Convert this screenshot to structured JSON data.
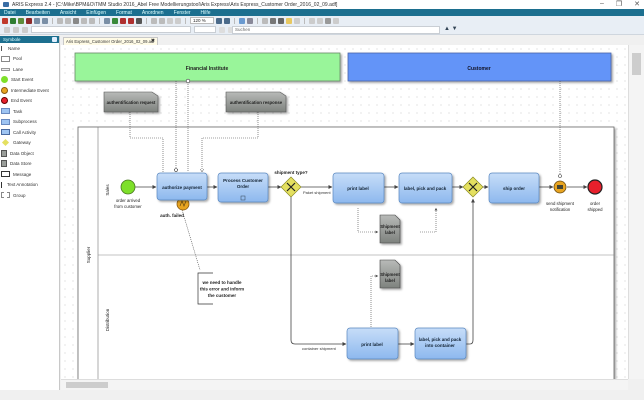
{
  "window": {
    "title": "ARIS Express 2.4 - [C:\\Mike\\BPM&O\\TMM Studio 2016_Abel Free Modellierungstool\\Aris Express\\Aris Express_Customer Order_2016_02_09.adf]",
    "controls": {
      "minimize": "–",
      "restore": "❐",
      "close": "✕"
    }
  },
  "menu": [
    "Datei",
    "Bearbeiten",
    "Ansicht",
    "Einfügen",
    "Format",
    "Anordnen",
    "Fenster",
    "Hilfe"
  ],
  "toolbar": {
    "zoom_value": "120 %",
    "search_placeholder": "Suchen",
    "search_up": "▲",
    "search_down": "▼"
  },
  "sidebar": {
    "title": "Symbole",
    "items": [
      {
        "label": "Name",
        "icon": "pointer-icon"
      },
      {
        "label": "Pool",
        "icon": "pool-icon"
      },
      {
        "label": "Lane",
        "icon": "lane-icon"
      },
      {
        "label": "Start Event",
        "icon": "start-event-icon"
      },
      {
        "label": "Intermediate Event",
        "icon": "intermediate-event-icon"
      },
      {
        "label": "End Event",
        "icon": "end-event-icon"
      },
      {
        "label": "Task",
        "icon": "task-icon"
      },
      {
        "label": "Subprocess",
        "icon": "subprocess-icon"
      },
      {
        "label": "Call Activity",
        "icon": "call-activity-icon"
      },
      {
        "label": "Gateway",
        "icon": "gateway-icon"
      },
      {
        "label": "Data Object",
        "icon": "data-object-icon"
      },
      {
        "label": "Data Store",
        "icon": "data-store-icon"
      },
      {
        "label": "Message",
        "icon": "message-icon"
      },
      {
        "label": "Text Annotation",
        "icon": "text-annotation-icon"
      },
      {
        "label": "Group",
        "icon": "group-icon"
      }
    ]
  },
  "document_tab": {
    "label": "Aris Express_Customer Order_2016_02_09.adf",
    "close": "✖"
  },
  "diagram": {
    "pools": {
      "financial": "Financial Institute",
      "customer": "Customer",
      "supplier": "Supplier"
    },
    "lanes": {
      "sales": "Sales",
      "distribution": "Distribution"
    },
    "messages": {
      "auth_request": "authentification request",
      "auth_response": "authentification response"
    },
    "events": {
      "start": "order arrived from customer",
      "auth_failed": "auth. failed",
      "send_notification": "send shipment notification",
      "end": "order shipped"
    },
    "tasks": {
      "authorize": "authorize payment",
      "process": "Process Customer Order",
      "print_label_1": "print label",
      "label_pick_pack": "label, pick and pack",
      "ship_order": "ship order",
      "print_label_2": "print label",
      "label_pick_pack_container": "label, pick and pack into container"
    },
    "gateway_label": "shipment type?",
    "flow_labels": {
      "parcel": "Paket shipment",
      "container": "container shipment"
    },
    "data_objects": {
      "label1": "Shipment label",
      "label2": "Shipment label"
    },
    "annotation": "we need to handle this error and inform the customer"
  },
  "colors": {
    "menubar": "#1c6f8f",
    "financial_pool": "#99f59a",
    "customer_pool": "#6494f8",
    "task": "#9ec4f2",
    "gateway": "#e4e060",
    "start": "#7ee02a",
    "intermediate": "#e8a420",
    "end": "#e8202c"
  }
}
